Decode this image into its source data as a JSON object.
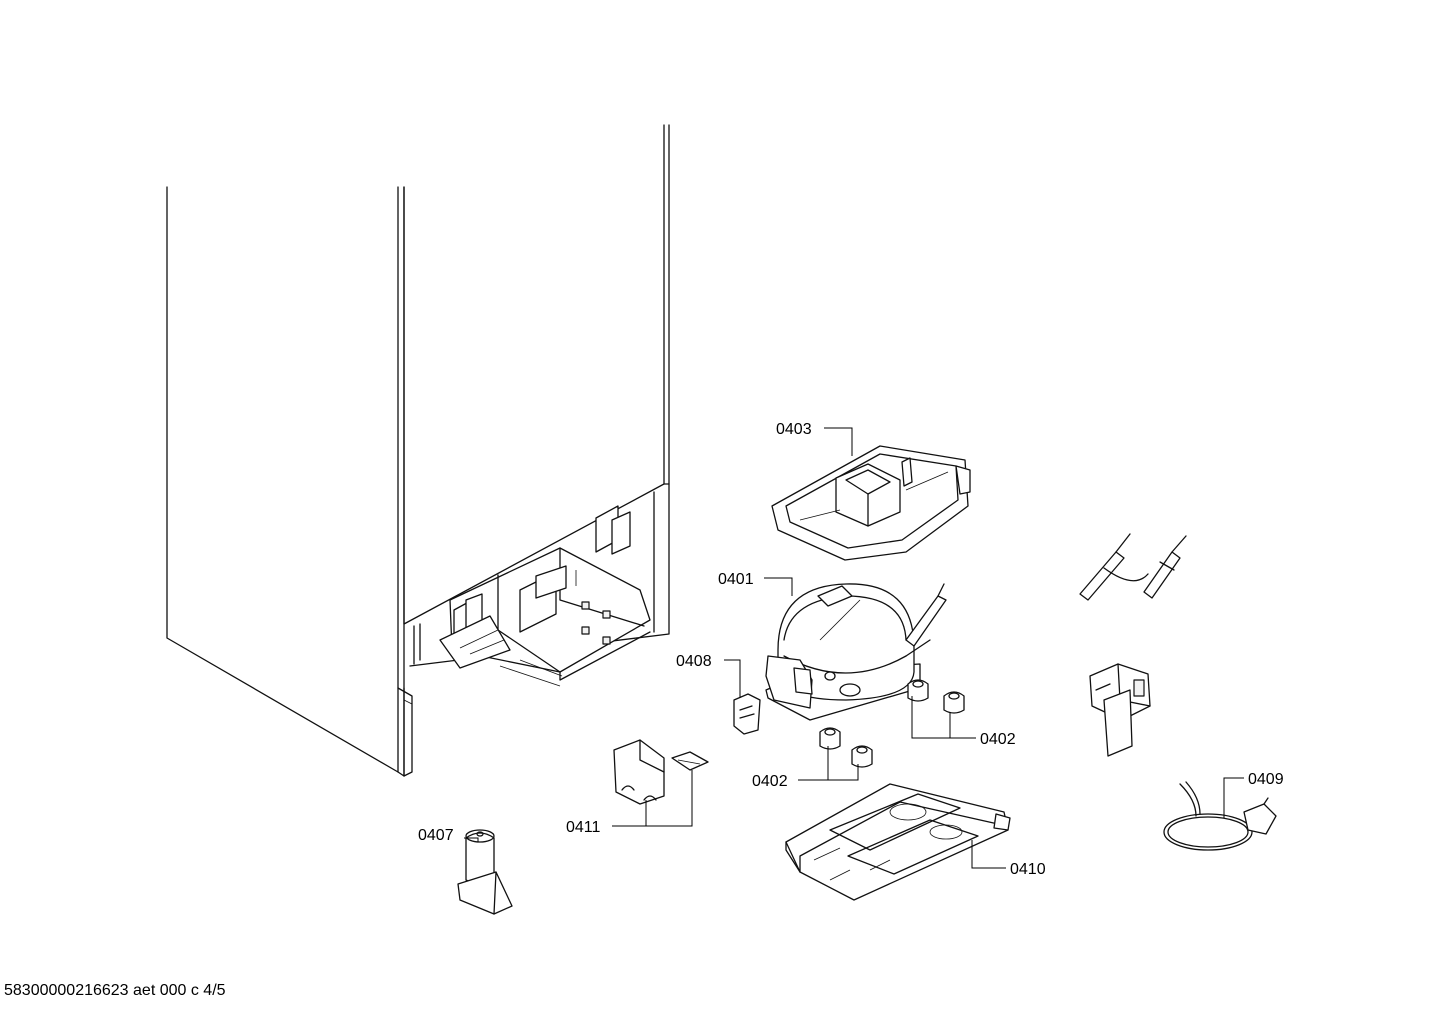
{
  "labels": {
    "p0403": "0403",
    "p0401": "0401",
    "p0408": "0408",
    "p0402a": "0402",
    "p0402b": "0402",
    "p0411": "0411",
    "p0407": "0407",
    "p0410": "0410",
    "p0409": "0409"
  },
  "footer": {
    "document_code": "58300000216623 aet 000 c 4/5"
  }
}
